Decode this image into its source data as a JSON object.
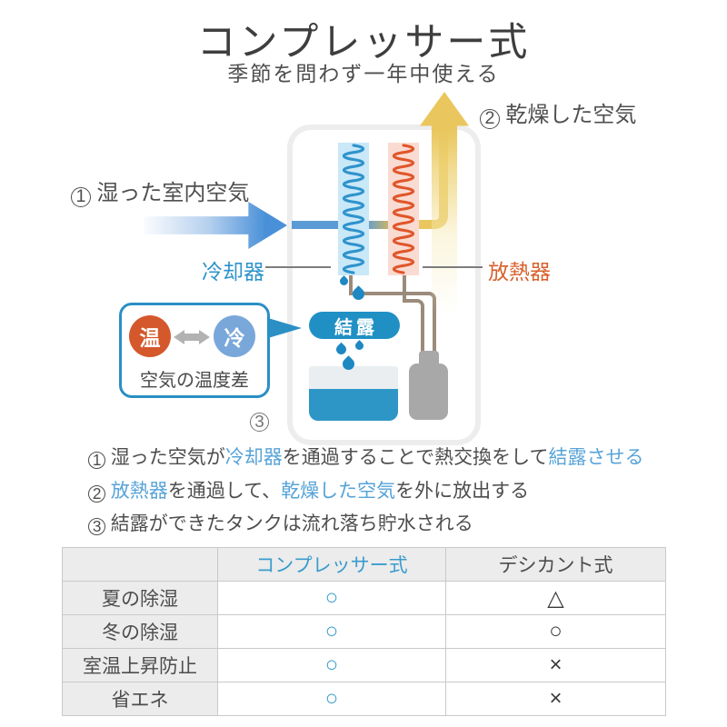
{
  "title": "コンプレッサー式",
  "subtitle": "季節を問わず一年中使える",
  "diagram": {
    "inlet": {
      "num": "1",
      "label": "湿った室内空気"
    },
    "outlet": {
      "num": "2",
      "label": "乾燥した空気"
    },
    "cooler_label": "冷却器",
    "radiator_label": "放熱器",
    "condensation_badge": "結露",
    "callout": {
      "warm": "温",
      "cold": "冷",
      "caption": "空気の温度差"
    },
    "step_badge": {
      "num": "3"
    },
    "icons": {
      "moist_air": "moist-air-arrow-icon",
      "dry_air": "dry-air-arrow-icon",
      "cooler": "cooler-coil-icon",
      "radiator": "radiator-coil-icon",
      "drops": "water-drop-icon",
      "tank": "water-tank-icon",
      "compressor": "compressor-icon",
      "temp_swap": "double-arrow-icon"
    }
  },
  "notes": [
    {
      "num": "1",
      "parts": [
        {
          "t": "湿った空気が"
        },
        {
          "t": "冷却器"
        },
        {
          "t": "を通過することで熱交換をして"
        },
        {
          "t": "結露させる"
        }
      ]
    },
    {
      "num": "2",
      "parts": [
        {
          "t": "放熱器"
        },
        {
          "t": "を通過して、"
        },
        {
          "t": "乾燥した空気"
        },
        {
          "t": "を外に放出する"
        }
      ]
    },
    {
      "num": "3",
      "parts": [
        {
          "t": "結露ができたタンクは流れ落ち貯水される"
        }
      ]
    }
  ],
  "table": {
    "headers": {
      "corner": "",
      "compressor": "コンプレッサー式",
      "desiccant": "デシカント式"
    },
    "rows": [
      {
        "label": "夏の除湿",
        "compressor": "○",
        "desiccant": "△"
      },
      {
        "label": "冬の除湿",
        "compressor": "○",
        "desiccant": "○"
      },
      {
        "label": "室温上昇防止",
        "compressor": "○",
        "desiccant": "×"
      },
      {
        "label": "省エネ",
        "compressor": "○",
        "desiccant": "×"
      }
    ]
  },
  "colors": {
    "accent_blue": "#2e93cc",
    "link_blue": "#56a3d8",
    "warm_orange": "#d8602c",
    "cold_blue": "#79a7da",
    "flow_yellow": "#e9c75e",
    "water_blue": "#2e96c7",
    "table_header_blue": "#3a9ccd"
  }
}
